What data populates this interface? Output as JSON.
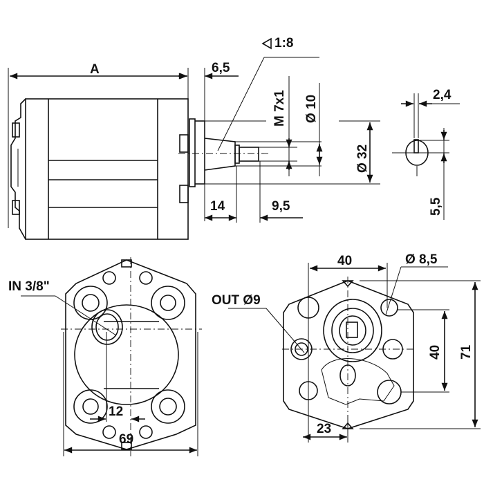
{
  "title": "Gear pump dimensional drawing",
  "side_view": {
    "dim_A": "A",
    "dim_flange": "6,5",
    "taper": "1:8",
    "thread": "M 7x1",
    "shaft_dia": "Ø 10",
    "pilot_dia": "Ø 32",
    "shaft_length": "14",
    "thread_length": "9,5"
  },
  "key_view": {
    "key_width": "2,4",
    "key_height": "5,5"
  },
  "port_view": {
    "inlet": "IN 3/8\"",
    "port_offset": "12",
    "width": "69"
  },
  "flange_view": {
    "outlet": "OUT Ø9",
    "bolt_spacing_h": "40",
    "bolt_hole": "Ø 8,5",
    "bolt_spacing_v": "40",
    "height": "71",
    "outlet_offset": "23"
  }
}
